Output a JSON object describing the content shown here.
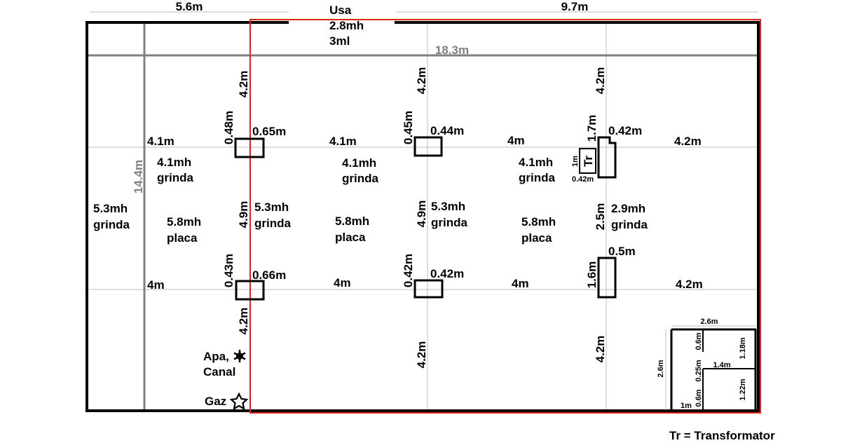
{
  "dimensions": {
    "top_left_span": "5.6m",
    "top_right_span": "9.7m",
    "inner_width": "18.3m",
    "inner_height": "14.4m",
    "span_top_c1": "4.2m",
    "span_top_c2": "4.2m",
    "span_top_c3": "4.2m",
    "span_mid_c1": "4.9m",
    "span_mid_c2": "4.9m",
    "span_mid_c3": "2.5m",
    "span_bot_c1": "4.2m",
    "span_bot_c2": "4.2m",
    "span_bot_c3": "4.2m",
    "row1_left": "4.1m",
    "row1_b1": "4.1m",
    "row1_b2": "4m",
    "row1_right": "4.2m",
    "row2_left": "4m",
    "row2_b1": "4m",
    "row2_b2": "4m",
    "row2_right": "4.2m"
  },
  "door": {
    "name": "Usa",
    "height": "2.8mh",
    "width": "3ml"
  },
  "pillars": {
    "p1_w": "0.65m",
    "p1_h": "0.48m",
    "p2_w": "0.44m",
    "p2_h": "0.45m",
    "p3_w": "0.42m",
    "p3_h": "1.7m",
    "p4_w": "0.66m",
    "p4_h": "0.43m",
    "p5_w": "0.42m",
    "p5_h": "0.42m",
    "p6_w": "0.5m",
    "p6_h": "1.6m"
  },
  "transformer": {
    "label": "Tr",
    "height": "1m",
    "width": "0.42m"
  },
  "zones": {
    "beam_left": [
      "5.3mh",
      "grinda"
    ],
    "beam_top1": [
      "4.1mh",
      "grinda"
    ],
    "beam_top2": [
      "4.1mh",
      "grinda"
    ],
    "beam_top3": [
      "4.1mh",
      "grinda"
    ],
    "beam_mid1": [
      "5.3mh",
      "grinda"
    ],
    "beam_mid2": [
      "5.3mh",
      "grinda"
    ],
    "beam_mid3": [
      "2.9mh",
      "grinda"
    ],
    "slab1": [
      "5.8mh",
      "placa"
    ],
    "slab2": [
      "5.8mh",
      "placa"
    ],
    "slab3": [
      "5.8mh",
      "placa"
    ]
  },
  "utilities": {
    "water": [
      "Apa,",
      "Canal"
    ],
    "gas": "Gaz"
  },
  "room": {
    "width": "2.6m",
    "height": "2.6m",
    "seg_top": "0.6m",
    "seg_mid": "0.25m",
    "seg_bot": "0.6m",
    "door_top": "1.18m",
    "door_bot": "1.22m",
    "inner_width": "1.4m",
    "bottom_width": "1m"
  },
  "legend": "Tr = Transformator",
  "colors": {
    "wall": "#000000",
    "grid": "#bdbdbd",
    "partition": "#808080",
    "highlight": "#e0241b"
  }
}
